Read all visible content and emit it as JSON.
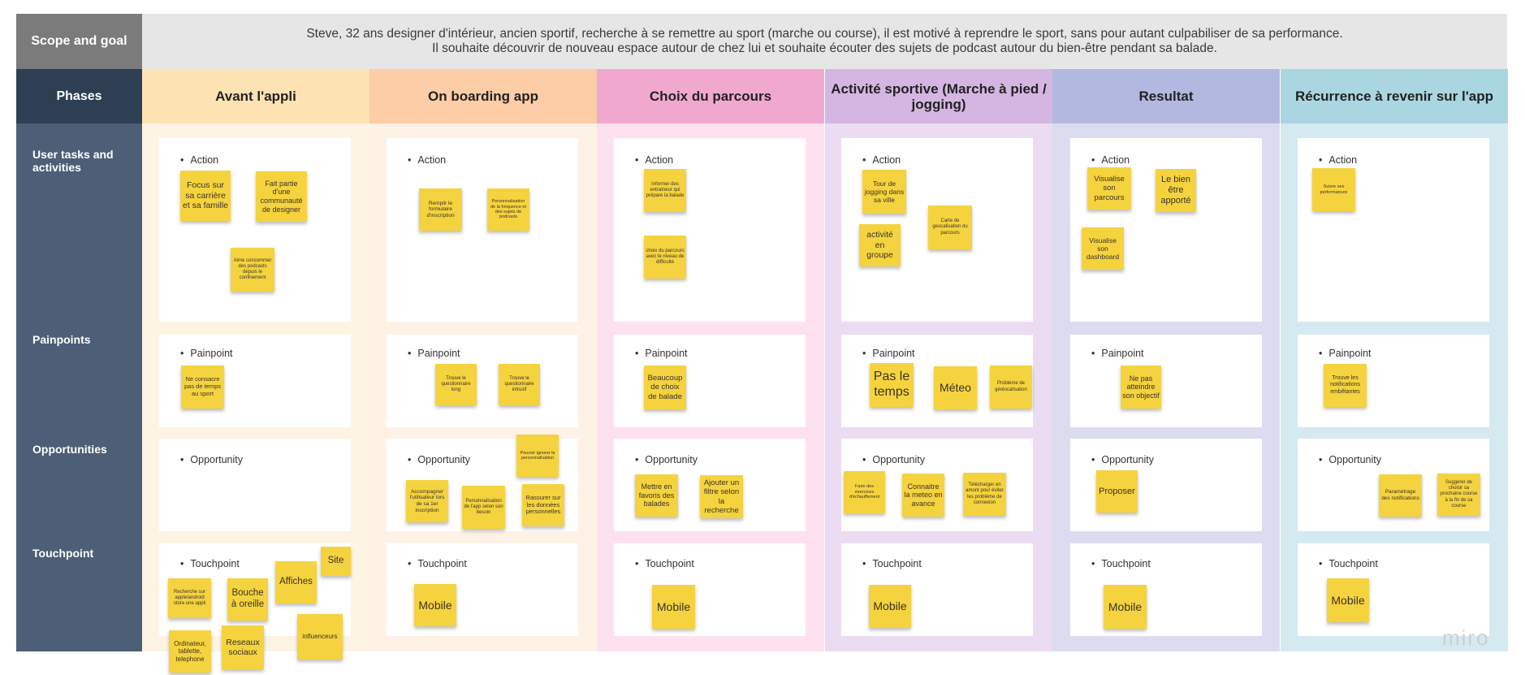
{
  "scope": {
    "label": "Scope and goal",
    "line1": "Steve, 32 ans designer d'intérieur, ancien sportif, recherche à se remettre au sport (marche ou course), il est motivé à reprendre le sport, sans pour autant culpabiliser de sa performance.",
    "line2": "Il souhaite découvrir de nouveau espace autour de chez lui et souhaite écouter des sujets de podcast autour du bien-être pendant sa balade."
  },
  "phases_label": "Phases",
  "rows": [
    "User tasks and activities",
    "Painpoints",
    "Opportunities",
    "Touchpoint"
  ],
  "card_titles": [
    "Action",
    "Painpoint",
    "Opportunity",
    "Touchpoint"
  ],
  "phases": [
    {
      "title": "Avant l'appli",
      "color": "#fde2b3",
      "bg": "#fef4e4"
    },
    {
      "title": "On boarding app",
      "color": "#fccda7",
      "bg": "#fef2e6"
    },
    {
      "title": "Choix du parcours",
      "color": "#f1a8cf",
      "bg": "#fde1ee"
    },
    {
      "title": "Activité sportive (Marche à pied / jogging)",
      "color": "#d5b6e3",
      "bg": "#ecdcf1"
    },
    {
      "title": "Resultat",
      "color": "#b3b8e1",
      "bg": "#dcdcf1"
    },
    {
      "title": "Récurrence à revenir sur l'app",
      "color": "#a9d6e1",
      "bg": "#d4eaf0"
    }
  ],
  "notes": [
    {
      "text": "Focus sur sa carrière et sa famille"
    },
    {
      "text": "Fait partie d'une communauté de designer"
    },
    {
      "text": "Aime consommer des podcasts depuis le confinement"
    },
    {
      "text": "Ne consacre pas de temps au sport"
    },
    {
      "text": "Recherche sur apple/android store une appli"
    },
    {
      "text": "Bouche à oreille"
    },
    {
      "text": "Affiches"
    },
    {
      "text": "Site"
    },
    {
      "text": "influenceurs"
    },
    {
      "text": "Ordinateur, tablette, telephone"
    },
    {
      "text": "Reseaux sociaux"
    },
    {
      "text": "Remplir le formulaire d'inscription"
    },
    {
      "text": "Personnalisation de la fréquence et des sujets de podcasts"
    },
    {
      "text": "Trouve le questionnaire long"
    },
    {
      "text": "Trouve le questionnaire intrusif"
    },
    {
      "text": "Pouvoir ignorer le personnalisation"
    },
    {
      "text": "Accompagner l'utilisateur lors de sa 1er inscription"
    },
    {
      "text": "Personnalisation de l'app selon son besoin"
    },
    {
      "text": "Rassurer sur les données personnelles"
    },
    {
      "text": "Mobile"
    },
    {
      "text": "Informer des entraîneur qui prépare la balade"
    },
    {
      "text": "choix du parcours avec le niveau de difficulté"
    },
    {
      "text": "Beaucoup de choix de balade"
    },
    {
      "text": "Mettre en favoris des balades"
    },
    {
      "text": "Ajouter un filtre selon la recherche"
    },
    {
      "text": "Mobile"
    },
    {
      "text": "Tour de jogging dans sa ville"
    },
    {
      "text": "Carte de geocalisation du parcours"
    },
    {
      "text": "activité en groupe"
    },
    {
      "text": "Pas le temps"
    },
    {
      "text": "Méteo"
    },
    {
      "text": "Problème de géolocalisation"
    },
    {
      "text": "Faire des exercices d'échauffement"
    },
    {
      "text": "Connaitre la meteo en avance"
    },
    {
      "text": "Télécharger en amont pour éviter les problème de connexion"
    },
    {
      "text": "Mobile"
    },
    {
      "text": "Visualise son parcours"
    },
    {
      "text": "Le bien être apporté"
    },
    {
      "text": "Visualise son dashboard"
    },
    {
      "text": "Ne pas atteindre son objectif"
    },
    {
      "text": "Proposer"
    },
    {
      "text": "Mobile"
    },
    {
      "text": "Suivre ses performances"
    },
    {
      "text": "Trouve les notifications embêtantes"
    },
    {
      "text": "Paramètrage des notifications"
    },
    {
      "text": "Suggerer de choisir sa prochaine course à la fin de sa course"
    },
    {
      "text": "Mobile"
    }
  ],
  "watermark": "miro"
}
